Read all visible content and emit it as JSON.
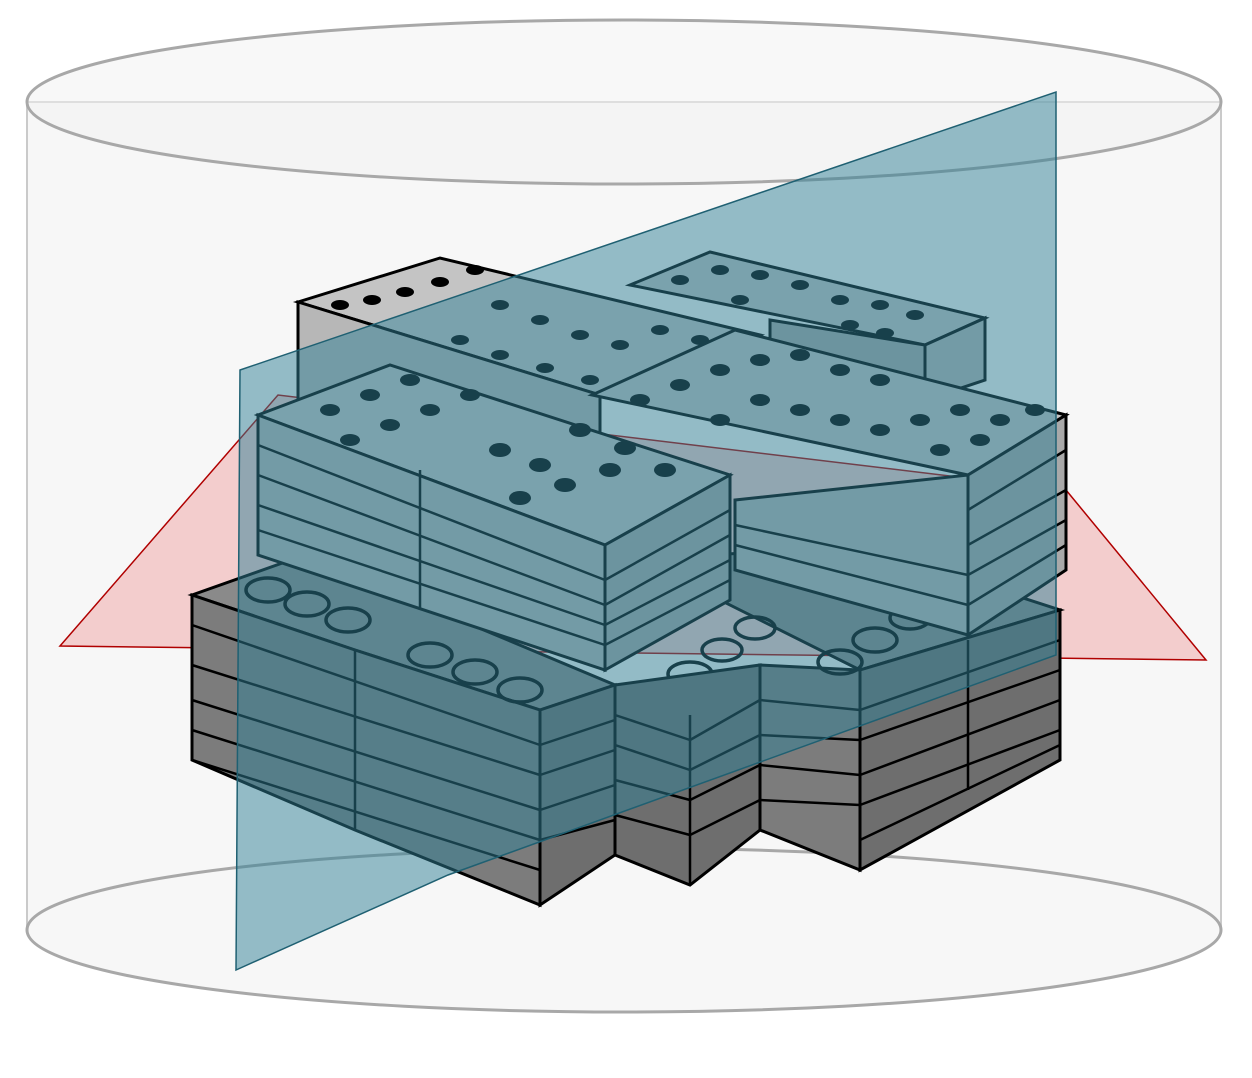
{
  "diagram": {
    "type": "isometric-block-stack-in-cylinder",
    "labels": [],
    "colors": {
      "background": "#ffffff",
      "cylinder_fill": "#f2f2f2",
      "cylinder_stroke": "#a8a8a8",
      "dark_block_top": "#8a8a8a",
      "dark_block_side": "#7c7c7c",
      "dark_block_front": "#6e6e6e",
      "light_block_top": "#c4c4c4",
      "light_block_side": "#b7b7b7",
      "light_block_front": "#a9a9a9",
      "outline": "#000000",
      "blue_plane_fill": "#2f7f95",
      "blue_plane_stroke": "#1f6072",
      "red_plane_fill": "#ee8e8e",
      "red_plane_stroke": "#b00000"
    },
    "layers": [
      {
        "name": "lower-blocks",
        "marker": "hollow-ring",
        "shade": "dark"
      },
      {
        "name": "upper-blocks",
        "marker": "solid-dot",
        "shade": "light"
      }
    ],
    "planes": [
      {
        "name": "vertical-section",
        "color": "blue"
      },
      {
        "name": "horizontal-section",
        "color": "red"
      }
    ]
  }
}
